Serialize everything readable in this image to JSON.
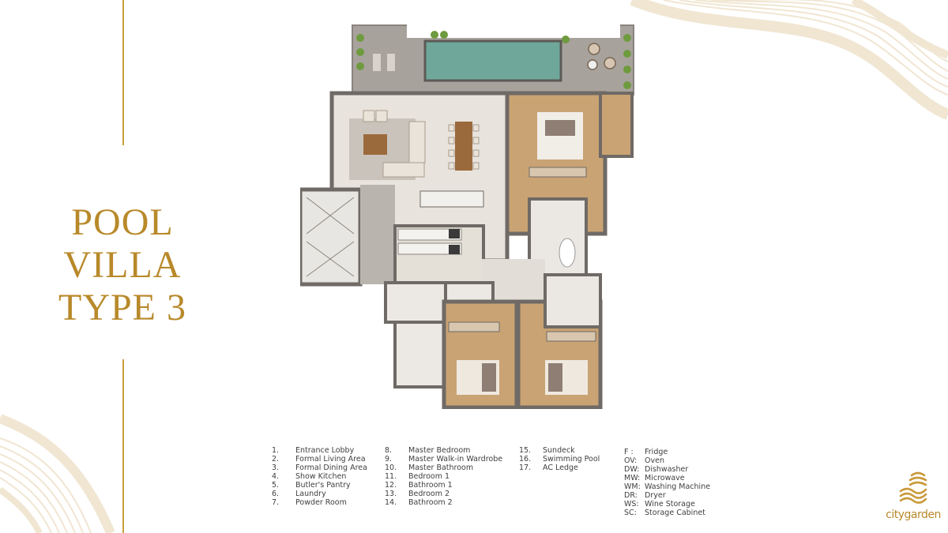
{
  "title": {
    "line1": "POOL",
    "line2": "VILLA",
    "line3": "TYPE 3"
  },
  "legend_rooms_col1": [
    {
      "num": "1.",
      "label": "Entrance Lobby"
    },
    {
      "num": "2.",
      "label": "Formal Living Area"
    },
    {
      "num": "3.",
      "label": "Formal Dining Area"
    },
    {
      "num": "4.",
      "label": "Show Kitchen"
    },
    {
      "num": "5.",
      "label": "Butler's Pantry"
    },
    {
      "num": "6.",
      "label": "Laundry"
    },
    {
      "num": "7.",
      "label": "Powder Room"
    }
  ],
  "legend_rooms_col2": [
    {
      "num": "8.",
      "label": "Master Bedroom"
    },
    {
      "num": "9.",
      "label": "Master Walk-in Wardrobe"
    },
    {
      "num": "10.",
      "label": "Master Bathroom"
    },
    {
      "num": "11.",
      "label": "Bedroom 1"
    },
    {
      "num": "12.",
      "label": "Bathroom 1"
    },
    {
      "num": "13.",
      "label": "Bedroom 2"
    },
    {
      "num": "14.",
      "label": "Bathroom 2"
    }
  ],
  "legend_rooms_col3": [
    {
      "num": "15.",
      "label": "Sundeck"
    },
    {
      "num": "16.",
      "label": "Swimming Pool"
    },
    {
      "num": "17.",
      "label": "AC Ledge"
    }
  ],
  "legend_abbreviations": [
    {
      "abbr": "F :",
      "label": "Fridge"
    },
    {
      "abbr": "OV:",
      "label": "Oven"
    },
    {
      "abbr": "DW:",
      "label": "Dishwasher"
    },
    {
      "abbr": "MW:",
      "label": "Microwave"
    },
    {
      "abbr": "WM:",
      "label": "Washing Machine"
    },
    {
      "abbr": "DR:",
      "label": "Dryer"
    },
    {
      "abbr": "WS:",
      "label": "Wine Storage"
    },
    {
      "abbr": "SC:",
      "label": "Storage Cabinet"
    }
  ],
  "logo": {
    "text": "citygarden"
  },
  "colors": {
    "gold": "#b8892a",
    "swirl": "#f0e6d2",
    "wall": "#6f6a66",
    "wood": "#c9a373",
    "tile": "#e8e3dc",
    "pool": "#6fa89a",
    "deck": "#a8a29c"
  }
}
